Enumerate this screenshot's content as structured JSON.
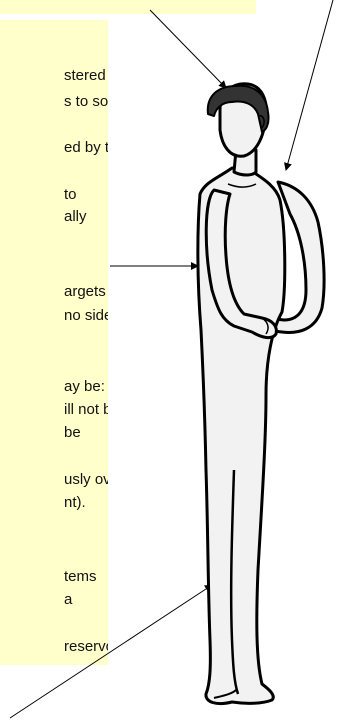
{
  "text_lines": [
    "stered",
    "s to some",
    "ed by the",
    "to",
    "ally",
    "argets a",
    " no side-",
    "ay be:",
    "ill not be",
    "be",
    "usly over",
    "nt).",
    "tems",
    "a",
    "reservoir."
  ],
  "colors": {
    "note_background": "#ffffcc",
    "figure_fill": "#f2f2f2",
    "figure_outline": "#000000",
    "hair": "#333333"
  },
  "icons": [
    "human-figure-icon"
  ]
}
